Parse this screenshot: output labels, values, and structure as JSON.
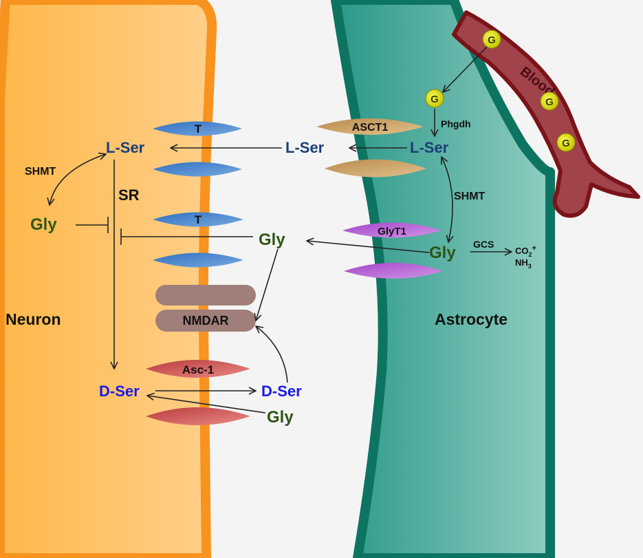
{
  "labels": {
    "neuron": "Neuron",
    "astrocyte": "Astrocyte",
    "blood": "Blood",
    "glucose": "G",
    "phgdh": "Phgdh",
    "shmt_astro": "SHMT",
    "gcs": "GCS",
    "co2": "CO",
    "co2_sub": "2",
    "co2_sup": "+",
    "nh3": "NH",
    "nh3_sub": "3",
    "shmt_neuron": "SHMT",
    "sr": "SR",
    "lser_neuron": "L-Ser",
    "lser_mid": "L-Ser",
    "lser_astro": "L-Ser",
    "gly_neuron": "Gly",
    "gly_mid": "Gly",
    "gly_astro": "Gly",
    "gly_bottom": "Gly",
    "dser_neuron": "D-Ser",
    "dser_mid": "D-Ser",
    "transporter_t1": "T",
    "transporter_t2": "T",
    "asct1": "ASCT1",
    "glyt1": "GlyT1",
    "nmdar": "NMDAR",
    "asc1": "Asc-1"
  },
  "colors": {
    "neuron_fill": "#FCC370",
    "neuron_edge": "#F7931E",
    "astro_fill": "#2E9E8E",
    "astro_edge": "#0E7462",
    "blood_fill": "#A0434B",
    "blood_edge": "#7A1418",
    "glucose": "#E3E400",
    "l_ser_text": "#1B3F78",
    "gly_text": "#2E5514",
    "d_ser_text": "#1A1AE6",
    "transporter_T": "#4A86D0",
    "asct1": "#C9A26A",
    "glyt1": "#B86AD6",
    "nmdar": "#A07E79",
    "asc1": "#CF5655"
  }
}
